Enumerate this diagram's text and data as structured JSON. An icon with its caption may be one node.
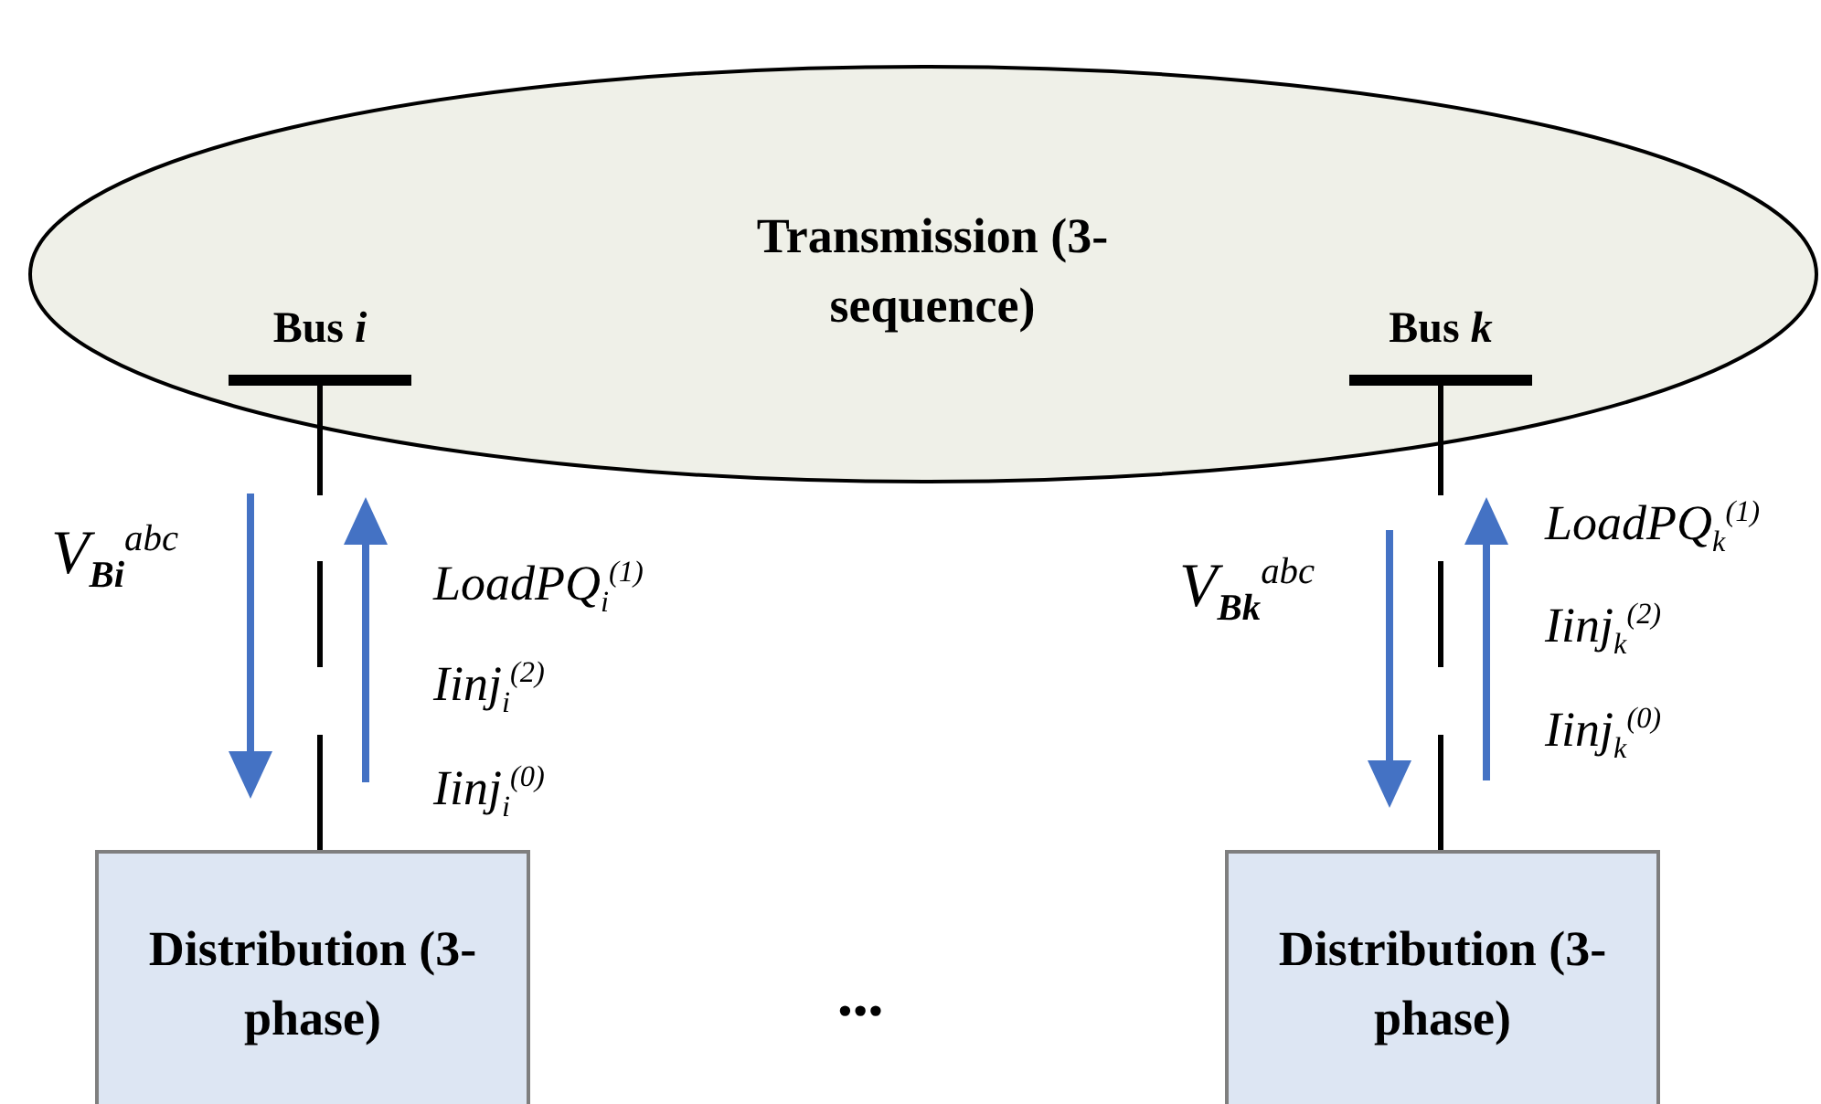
{
  "diagram": {
    "nodes": [
      {
        "text": [
          "Transmission (3-sequence)"
        ]
      },
      {
        "text": [
          "Bus *i*"
        ],
        "in": 0
      },
      {
        "text": [
          "Bus *k*"
        ],
        "in": 0
      },
      {
        "text": [
          "Distribution (3-phase)"
        ]
      },
      {
        "text": [
          "Distribution (3-phase)"
        ]
      }
    ],
    "edges": [
      {
        "from": 1,
        "to": 3,
        "arrow": "none",
        "style": "dashed"
      },
      {
        "from": 2,
        "to": 4,
        "arrow": "none",
        "style": "dashed"
      }
    ],
    "labels": [
      "V$_{Bi}$$^{abc}$",
      "LoadPQ$_{i}$$^{(1)}$",
      "Iinj$_{i}$$^{(2)}$",
      "Iinj$_{i}$$^{(0)}$",
      "V$_{Bk}$$^{abc}$",
      "LoadPQ$_{k}$$^{(1)}$",
      "Iinj$_{k}$$^{(2)}$",
      "Iinj$_{k}$$^{(0)}$",
      "•••"
    ]
  }
}
